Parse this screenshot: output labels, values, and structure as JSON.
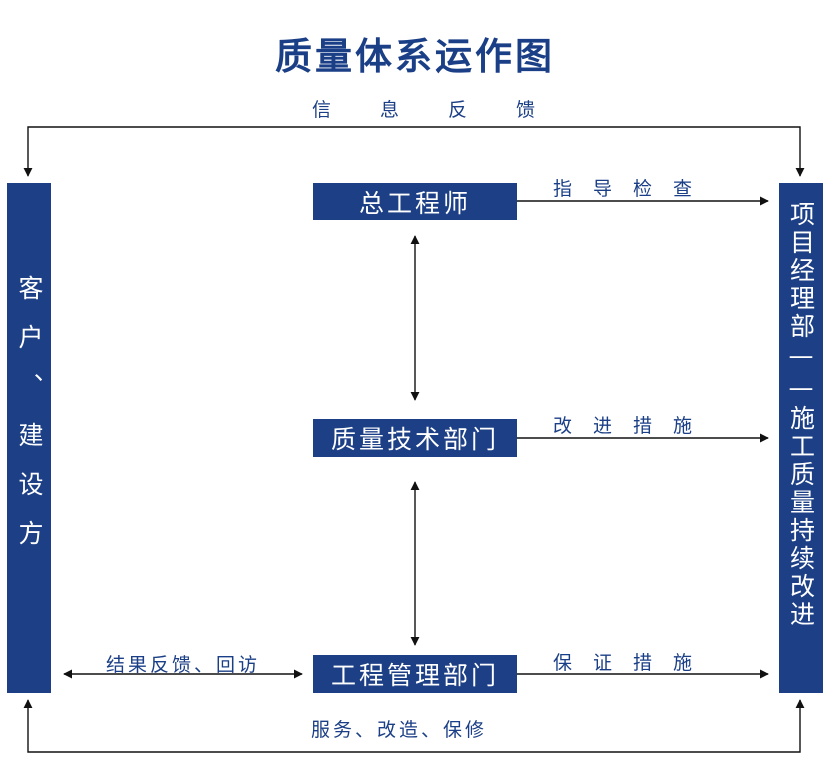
{
  "title": "质量体系运作图",
  "nodes": {
    "client": "客户、建设方",
    "project_manager": "项目经理部——施工质量持续改进",
    "chief_engineer": "总工程师",
    "quality_tech_dept": "质量技术部门",
    "engineering_mgmt_dept": "工程管理部门"
  },
  "edges": {
    "info_feedback": "信息反馈",
    "guidance_inspection": "指导检查",
    "improvement_measures": "改进措施",
    "guarantee_measures": "保证措施",
    "result_feedback_revisit": "结果反馈、回访",
    "service_remake_warranty": "服务、改造、保修"
  },
  "colors": {
    "box_fill": "#1c3f86",
    "text_blue": "#1b3f86",
    "line": "#111111"
  }
}
